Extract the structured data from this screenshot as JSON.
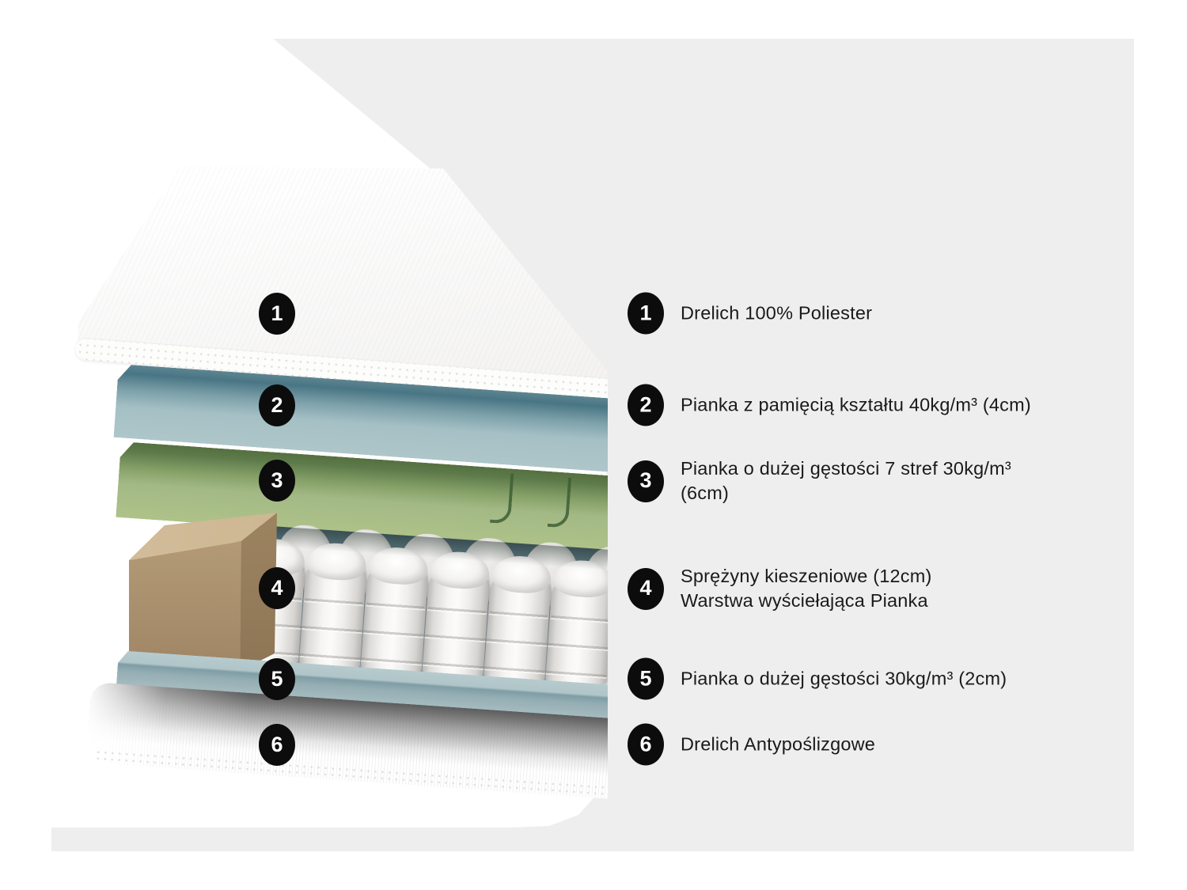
{
  "colors": {
    "page_bg": "#ffffff",
    "panel_bg": "#efeeee",
    "marker_bg": "#0c0c0c",
    "marker_text": "#ffffff",
    "text": "#1a1a1a",
    "memory_foam_blue": "#aec6c9",
    "zone_foam_green": "#aec289",
    "edge_foam_tan": "#c8b08b",
    "base_foam_blue": "#a9bfc2",
    "spring_white": "#f6f5f3"
  },
  "diagram": {
    "markers": [
      {
        "number": "1"
      },
      {
        "number": "2"
      },
      {
        "number": "3"
      },
      {
        "number": "4"
      },
      {
        "number": "5"
      },
      {
        "number": "6"
      }
    ],
    "layers": [
      {
        "id": "1",
        "name": "top cover fabric",
        "color": "#ffffff"
      },
      {
        "id": "2",
        "name": "memory foam",
        "color": "#aec6c9"
      },
      {
        "id": "3",
        "name": "zoned high-density foam",
        "color": "#aec289"
      },
      {
        "id": "4",
        "name": "pocket springs with edge support foam",
        "color": "#f6f5f3"
      },
      {
        "id": "5",
        "name": "high-density base foam",
        "color": "#a9bfc2"
      },
      {
        "id": "6",
        "name": "anti-slip bottom fabric",
        "color": "#dcdbda"
      }
    ]
  },
  "legend": {
    "items": [
      {
        "number": "1",
        "lines": [
          "Drelich 100% Poliester"
        ]
      },
      {
        "number": "2",
        "lines": [
          "Pianka z pamięcią kształtu 40kg/m³ (4cm)"
        ]
      },
      {
        "number": "3",
        "lines": [
          "Pianka o dużej gęstości 7 stref 30kg/m³",
          "(6cm)"
        ]
      },
      {
        "number": "4",
        "lines": [
          "Sprężyny kieszeniowe (12cm)",
          "Warstwa wyściełająca Pianka"
        ]
      },
      {
        "number": "5",
        "lines": [
          "Pianka o dużej gęstości 30kg/m³ (2cm)"
        ]
      },
      {
        "number": "6",
        "lines": [
          "Drelich Antypoślizgowe"
        ]
      }
    ]
  }
}
